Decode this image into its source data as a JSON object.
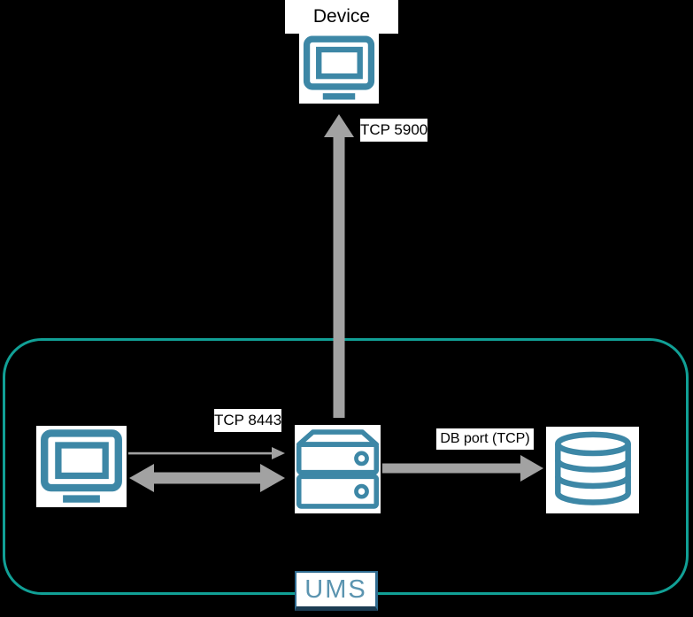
{
  "colors": {
    "background": "#000000",
    "boundary-teal": "#11A096",
    "icon-teal": "#3D87A6",
    "arrow-gray": "#A2A2A2",
    "label-bg": "#FFFFFF",
    "label-text": "#000000",
    "ums-border": "#2F6B90",
    "ums-text": "#5B94B0",
    "ums-shadow": "#1C3C52"
  },
  "nodes": {
    "device": {
      "label": "Device",
      "icon": "monitor-icon"
    },
    "admin_console": {
      "icon": "monitor-icon"
    },
    "ums_server": {
      "icon": "server-icon"
    },
    "database": {
      "icon": "database-icon"
    },
    "ums_group": {
      "label": "UMS"
    }
  },
  "connections": {
    "vnc": {
      "label": "TCP 5900",
      "from": "ums_server",
      "to": "device",
      "arrow": "thick-up"
    },
    "https": {
      "label": "TCP 8443",
      "from": "admin_console",
      "to": "ums_server",
      "arrow": "thin-right"
    },
    "console_server_link": {
      "from": "admin_console",
      "to": "ums_server",
      "arrow": "thick-both"
    },
    "db_link": {
      "label": "DB port (TCP)",
      "from": "ums_server",
      "to": "database",
      "arrow": "thick-right"
    }
  }
}
